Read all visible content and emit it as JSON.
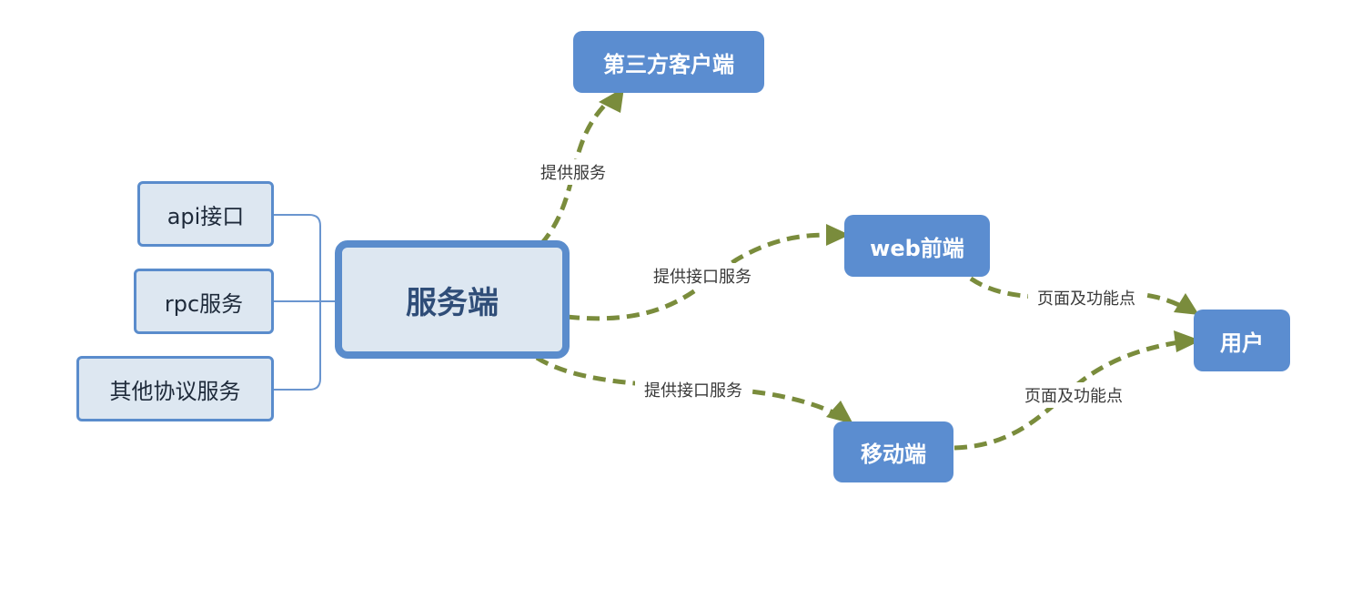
{
  "nodes": {
    "api": "api接口",
    "rpc": "rpc服务",
    "other": "其他协议服务",
    "server": "服务端",
    "third_party": "第三方客户端",
    "web": "web前端",
    "mobile": "移动端",
    "user": "用户"
  },
  "edges": {
    "server_to_third_party": "提供服务",
    "server_to_web": "提供接口服务",
    "server_to_mobile": "提供接口服务",
    "web_to_user": "页面及功能点",
    "mobile_to_user": "页面及功能点"
  },
  "colors": {
    "node_fill_light": "#dde7f1",
    "node_border": "#5a8ccc",
    "node_fill_dark": "#5b8dd0",
    "arrow": "#7a8c3c",
    "connector": "#6a95cf"
  }
}
